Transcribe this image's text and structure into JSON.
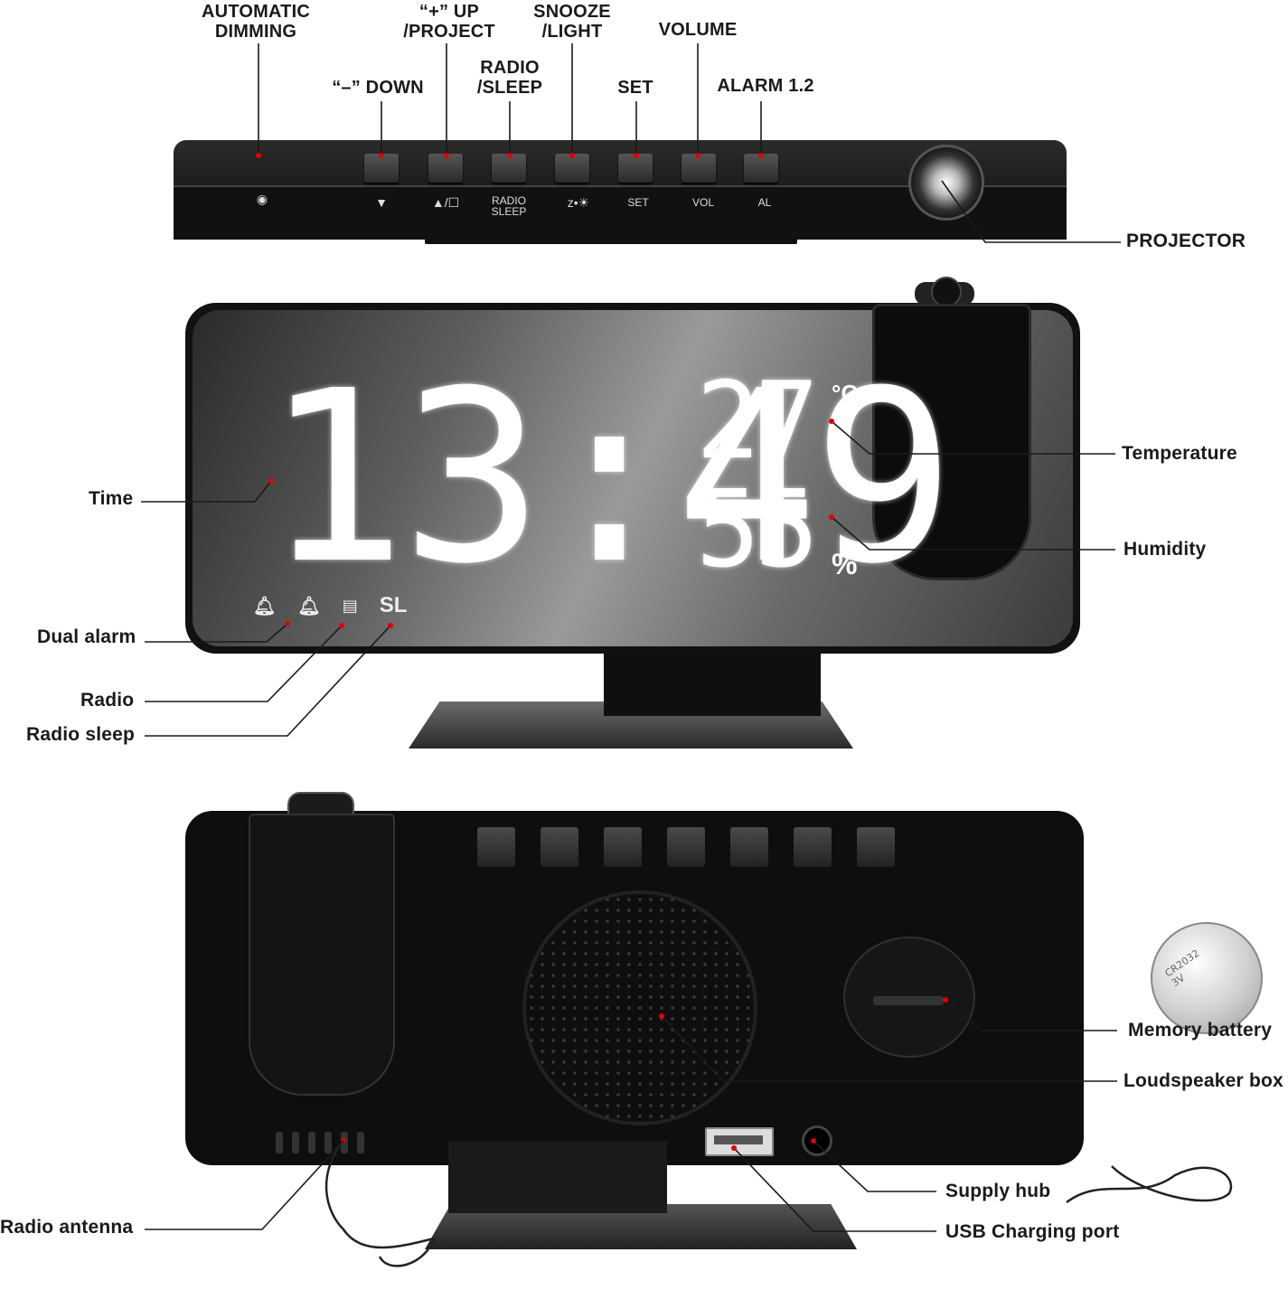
{
  "top_labels": {
    "automatic_dimming": [
      "AUTOMATIC",
      "DIMMING"
    ],
    "down": "“–” DOWN",
    "up_project": [
      "“+” UP",
      "/PROJECT"
    ],
    "radio_sleep": [
      "RADIO",
      "/SLEEP"
    ],
    "snooze_light": [
      "SNOOZE",
      "/LIGHT"
    ],
    "set": "SET",
    "volume": "VOLUME",
    "alarm": "ALARM 1.2",
    "projector": "PROJECTOR"
  },
  "button_symbols": {
    "radio_sleep_1": "RADIO",
    "radio_sleep_2": "SLEEP",
    "set": "SET",
    "vol": "VOL",
    "al": "AL"
  },
  "display": {
    "time": "13:49",
    "temperature": "27",
    "temperature_unit": "°C",
    "humidity": "55",
    "humidity_unit": "%",
    "sleep_indicator": "SL"
  },
  "front_labels": {
    "time": "Time",
    "temperature": "Temperature",
    "humidity": "Humidity",
    "dual_alarm": "Dual alarm",
    "radio": "Radio",
    "radio_sleep": "Radio sleep"
  },
  "back_labels": {
    "memory_battery": "Memory battery",
    "loudspeaker_box": "Loudspeaker box",
    "supply_hub": "Supply hub",
    "radio_antenna": "Radio antenna",
    "usb_charging_port": "USB Charging port"
  },
  "battery_text": "CR2032 3V",
  "colors": {
    "leader_line": "#8b0000",
    "marker_dot": "#e00000",
    "device_black": "#111111",
    "display_digits": "#ffffff"
  }
}
